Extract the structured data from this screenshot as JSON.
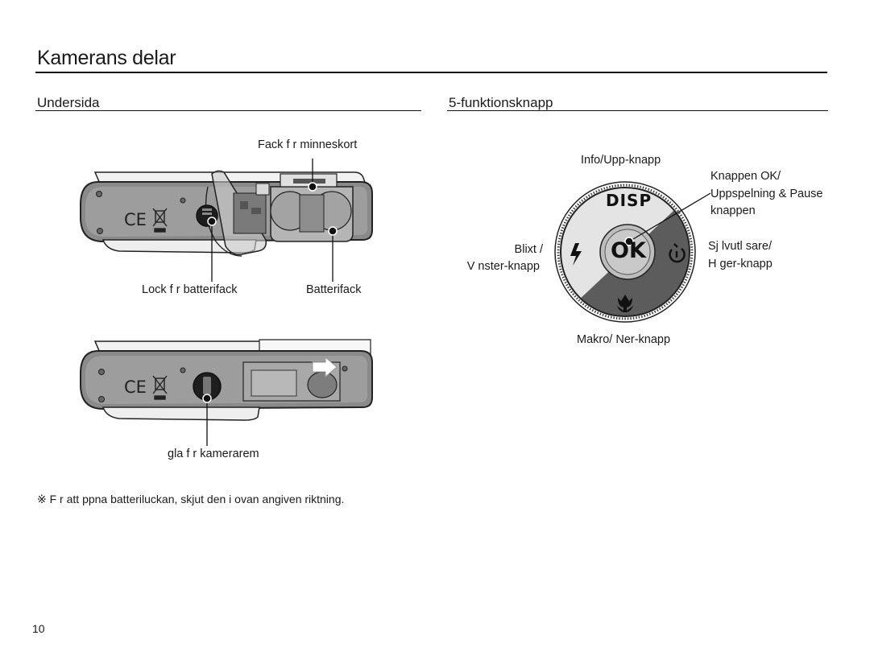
{
  "page": {
    "title": "Kamerans delar",
    "page_number": "10",
    "note": "※ F r att  ppna batteriluckan, skjut den i ovan angiven riktning."
  },
  "bottom_section": {
    "title": "Undersida",
    "labels": {
      "memory_card_slot": "Fack f r minneskort",
      "battery_cover": "Lock f r batterifack",
      "battery_chamber": "Batterifack",
      "tripod_socket": "gla f r kamerarem"
    }
  },
  "function_button_section": {
    "title": "5-funktionsknapp",
    "labels": {
      "info_up": "Info/Upp-knapp",
      "ok_line1": "Knappen OK/",
      "ok_line2": "Uppspelning & Pause",
      "ok_line3": "knappen",
      "flash_line1": "Blixt /",
      "flash_line2": "V nster-knapp",
      "timer_line1": "Sj lvutl sare/",
      "timer_line2": "H ger-knapp",
      "macro_down": "Makro/ Ner-knapp"
    },
    "dial_text": {
      "disp": "DISP",
      "ok": "OK"
    }
  },
  "icons": [
    "ce-mark-icon",
    "weee-bin-icon",
    "flash-icon",
    "self-timer-icon",
    "macro-flower-icon",
    "slide-arrow-icon"
  ]
}
